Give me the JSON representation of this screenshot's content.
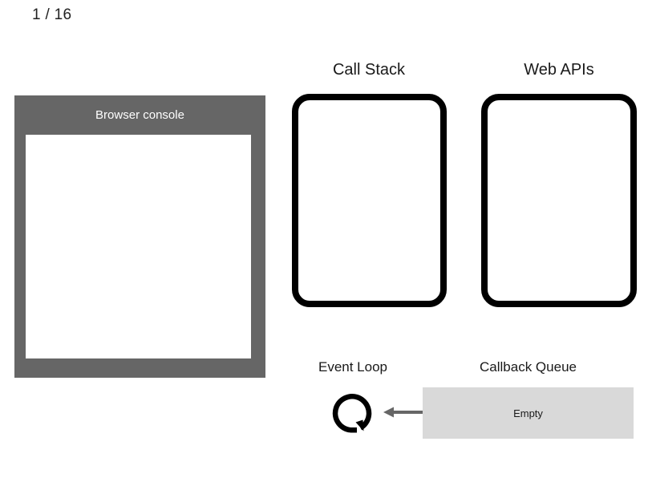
{
  "slide": {
    "counter": "1 / 16",
    "current_page": 1,
    "total_pages": 16
  },
  "console": {
    "title": "Browser console",
    "output": ""
  },
  "regions": [
    {
      "heading": "Call Stack",
      "contents": []
    },
    {
      "heading": "Web APIs",
      "contents": []
    }
  ],
  "event_loop": {
    "label": "Event Loop",
    "icon": "circular-loop-arrow-icon"
  },
  "feed_arrow": {
    "icon": "arrow-left-icon"
  },
  "callback_queue": {
    "label": "Callback Queue",
    "status": "Empty",
    "items": []
  },
  "colors": {
    "console_frame": "#666666",
    "console_screen": "#ffffff",
    "box_stroke": "#000000",
    "queue_fill": "#d9d9d9",
    "arrow": "#666666",
    "text": "#1a1a1a",
    "background": "#ffffff"
  }
}
